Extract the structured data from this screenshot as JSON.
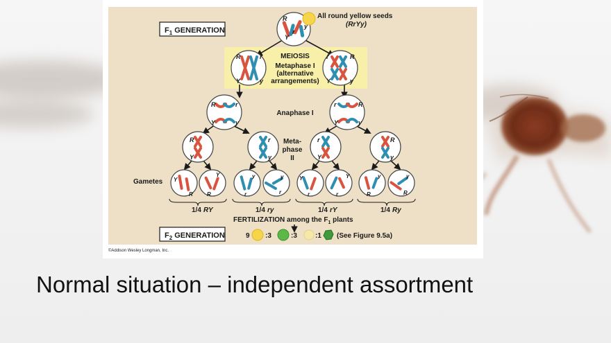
{
  "slide": {
    "caption": "Normal situation – independent assortment"
  },
  "figure": {
    "f1_label_main": "F",
    "f1_label_sub": "1",
    "f1_label_rest": " GENERATION",
    "parent_desc_line1": "All round yellow seeds",
    "parent_desc_line2": "(RrYy)",
    "meiosis_label": "MEIOSIS",
    "metaphase1_line1": "Metaphase I",
    "metaphase1_line2": "(alternative",
    "metaphase1_line3": "arrangements)",
    "anaphase1_label": "Anaphase I",
    "metaphase2_line1": "Meta-",
    "metaphase2_line2": "phase",
    "metaphase2_line3": "II",
    "gametes_label": "Gametes",
    "gamete_fractions": [
      "RY",
      "ry",
      "rY",
      "Ry"
    ],
    "fraction_prefix": "1/4",
    "fertilization_text": "FERTILIZATION among the F",
    "fertilization_sub": "1",
    "fertilization_rest": " plants",
    "f2_label_main": "F",
    "f2_label_sub": "2",
    "f2_label_rest": " GENERATION",
    "ratio": [
      "9",
      ":3",
      ":3",
      ":1"
    ],
    "see_figure": "(See Figure 9.5a)",
    "copyright": "©Addison Wesley Longman, Inc.",
    "allele_R": "R",
    "allele_r": "r",
    "allele_Y": "Y",
    "allele_y": "y"
  },
  "colors": {
    "panel": "#ede0c6",
    "highlight": "#f8f0a8",
    "red_chromosome": "#d9543f",
    "blue_chromosome": "#2e8fb0",
    "yellow_seed": "#f7d54a",
    "green_seed": "#5db84a",
    "pale_seed": "#f5e8a8"
  }
}
